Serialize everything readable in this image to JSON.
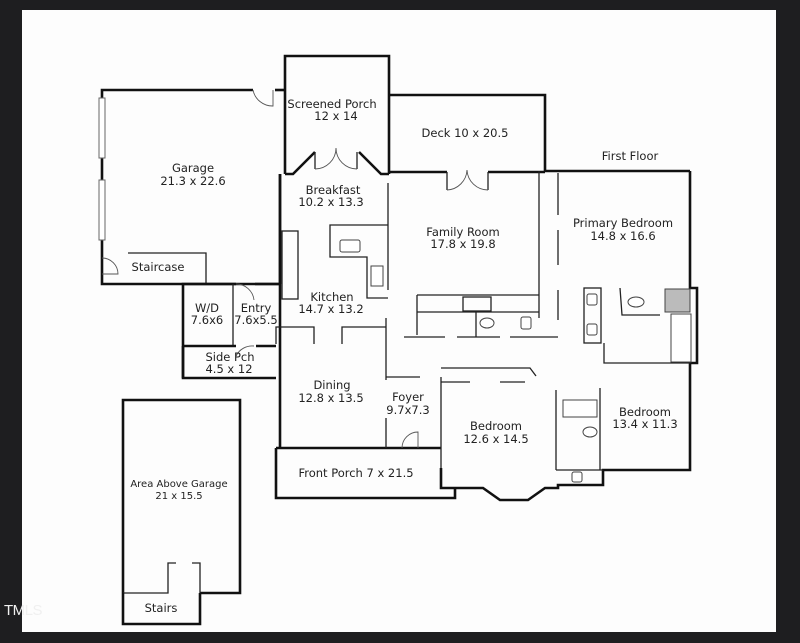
{
  "floor_label": "First Floor",
  "rooms": [
    {
      "id": "garage",
      "name": "Garage",
      "dims": "21.3 x 22.6"
    },
    {
      "id": "screened-porch",
      "name": "Screened Porch",
      "dims": "12 x 14"
    },
    {
      "id": "deck",
      "name": "Deck 10 x 20.5",
      "dims": ""
    },
    {
      "id": "breakfast",
      "name": "Breakfast",
      "dims": "10.2 x 13.3"
    },
    {
      "id": "family-room",
      "name": "Family Room",
      "dims": "17.8 x 19.8"
    },
    {
      "id": "primary-bedroom",
      "name": "Primary Bedroom",
      "dims": "14.8 x 16.6"
    },
    {
      "id": "staircase",
      "name": "Staircase",
      "dims": ""
    },
    {
      "id": "kitchen",
      "name": "Kitchen",
      "dims": "14.7 x 13.2"
    },
    {
      "id": "wd",
      "name": "W/D",
      "dims": "7.6x6"
    },
    {
      "id": "entry",
      "name": "Entry",
      "dims": "7.6x5.5"
    },
    {
      "id": "side-porch",
      "name": "Side Pch",
      "dims": "4.5 x 12"
    },
    {
      "id": "dining",
      "name": "Dining",
      "dims": "12.8 x 13.5"
    },
    {
      "id": "foyer",
      "name": "Foyer",
      "dims": "9.7x7.3"
    },
    {
      "id": "bedroom-2",
      "name": "Bedroom",
      "dims": "12.6 x 14.5"
    },
    {
      "id": "bedroom-3",
      "name": "Bedroom",
      "dims": "13.4 x 11.3"
    },
    {
      "id": "front-porch",
      "name": "Front Porch 7 x 21.5",
      "dims": ""
    },
    {
      "id": "area-above-garage",
      "name": "Area Above Garage",
      "dims": "21 x 15.5"
    },
    {
      "id": "stairs",
      "name": "Stairs",
      "dims": ""
    }
  ],
  "watermark": "TMLS",
  "colors": {
    "background": "#1e1e20",
    "page": "#fdfdfd",
    "walls": "#111111"
  }
}
